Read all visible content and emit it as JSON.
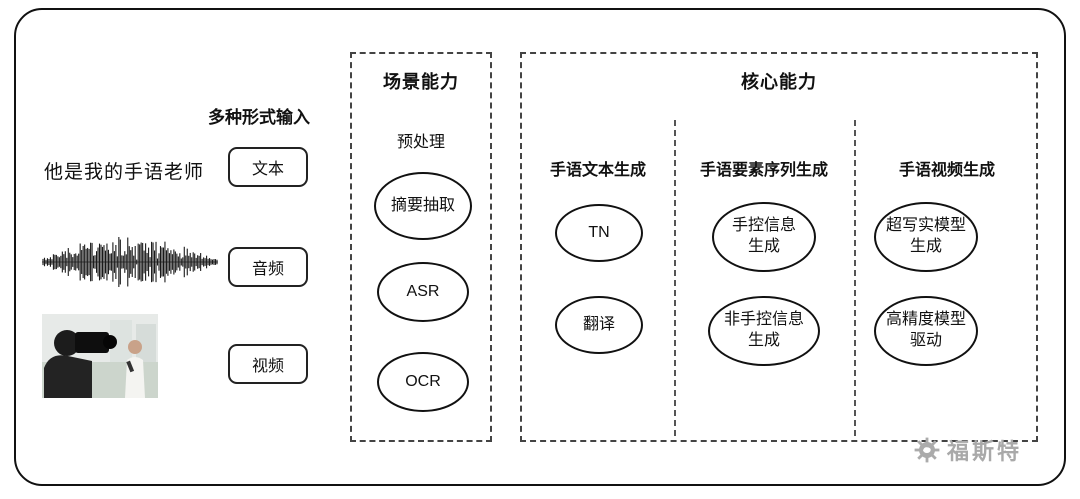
{
  "input": {
    "header": "多种形式输入",
    "text_sample": "他是我的手语老师",
    "types": [
      "文本",
      "音频",
      "视频"
    ]
  },
  "scenario": {
    "title": "场景能力",
    "subtitle": "预处理",
    "nodes": [
      "摘要抽取",
      "ASR",
      "OCR"
    ]
  },
  "core": {
    "title": "核心能力",
    "columns": [
      {
        "header": "手语文本生成",
        "nodes": [
          "TN",
          "翻译"
        ]
      },
      {
        "header": "手语要素序列生成",
        "nodes": [
          "手控信息\n生成",
          "非手控信息\n生成"
        ]
      },
      {
        "header": "手语视频生成",
        "nodes": [
          "超写实模型\n生成",
          "高精度模型\n驱动"
        ]
      }
    ]
  },
  "watermark": {
    "text": "福斯特"
  },
  "colors": {
    "line": "#111111",
    "dashed": "#444444",
    "watermark": "#a9a9a9"
  }
}
